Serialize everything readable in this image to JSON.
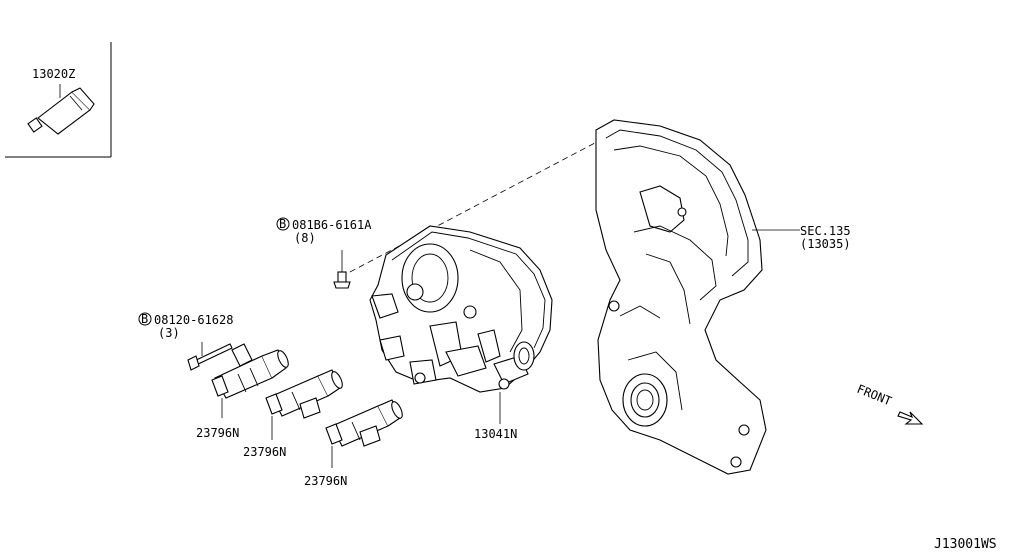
{
  "labels": {
    "sealant": "13020Z",
    "bolt_a_code": "081B6-6161A",
    "bolt_a_qty": "(8)",
    "bolt_b_code": "08120-61628",
    "bolt_b_qty": "(3)",
    "valve_1": "23796N",
    "valve_2": "23796N",
    "valve_3": "23796N",
    "cover": "13041N",
    "sec_ref": "SEC.135",
    "sec_ref_sub": "(13035)",
    "front": "FRONT",
    "bolt_marker_a": "B",
    "bolt_marker_b": "B",
    "diagram_code": "J13001WS"
  }
}
